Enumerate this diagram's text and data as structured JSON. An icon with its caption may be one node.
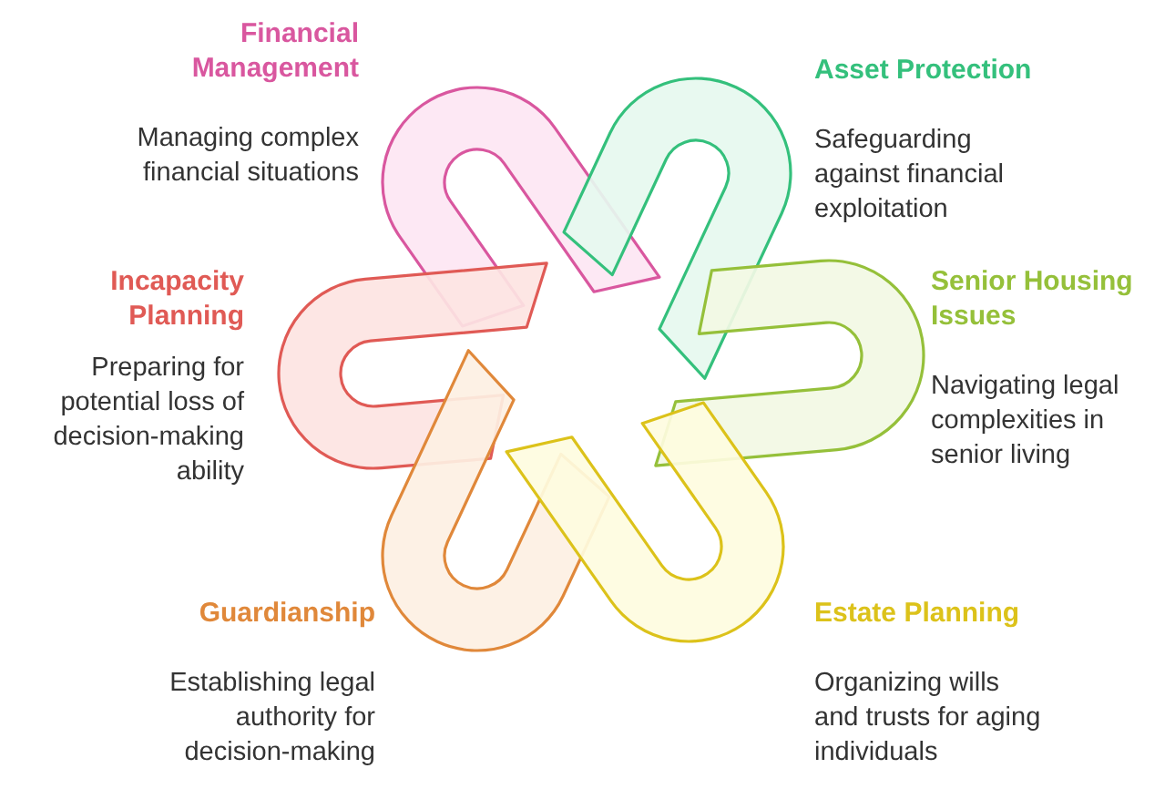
{
  "diagram": {
    "nodes": [
      {
        "text": [
          "Financial Management",
          "Managing complex financial situations"
        ]
      },
      {
        "text": [
          "Asset Protection",
          "Safeguarding against financial exploitation"
        ]
      },
      {
        "text": [
          "Incapacity Planning",
          "Preparing for potential loss of decision-making ability"
        ]
      },
      {
        "text": [
          "Senior Housing Issues",
          "Navigating legal complexities in senior living"
        ]
      },
      {
        "text": [
          "Guardianship",
          "Establishing legal authority for decision-making"
        ]
      },
      {
        "text": [
          "Estate Planning",
          "Organizing wills and trusts for aging individuals"
        ]
      }
    ]
  }
}
